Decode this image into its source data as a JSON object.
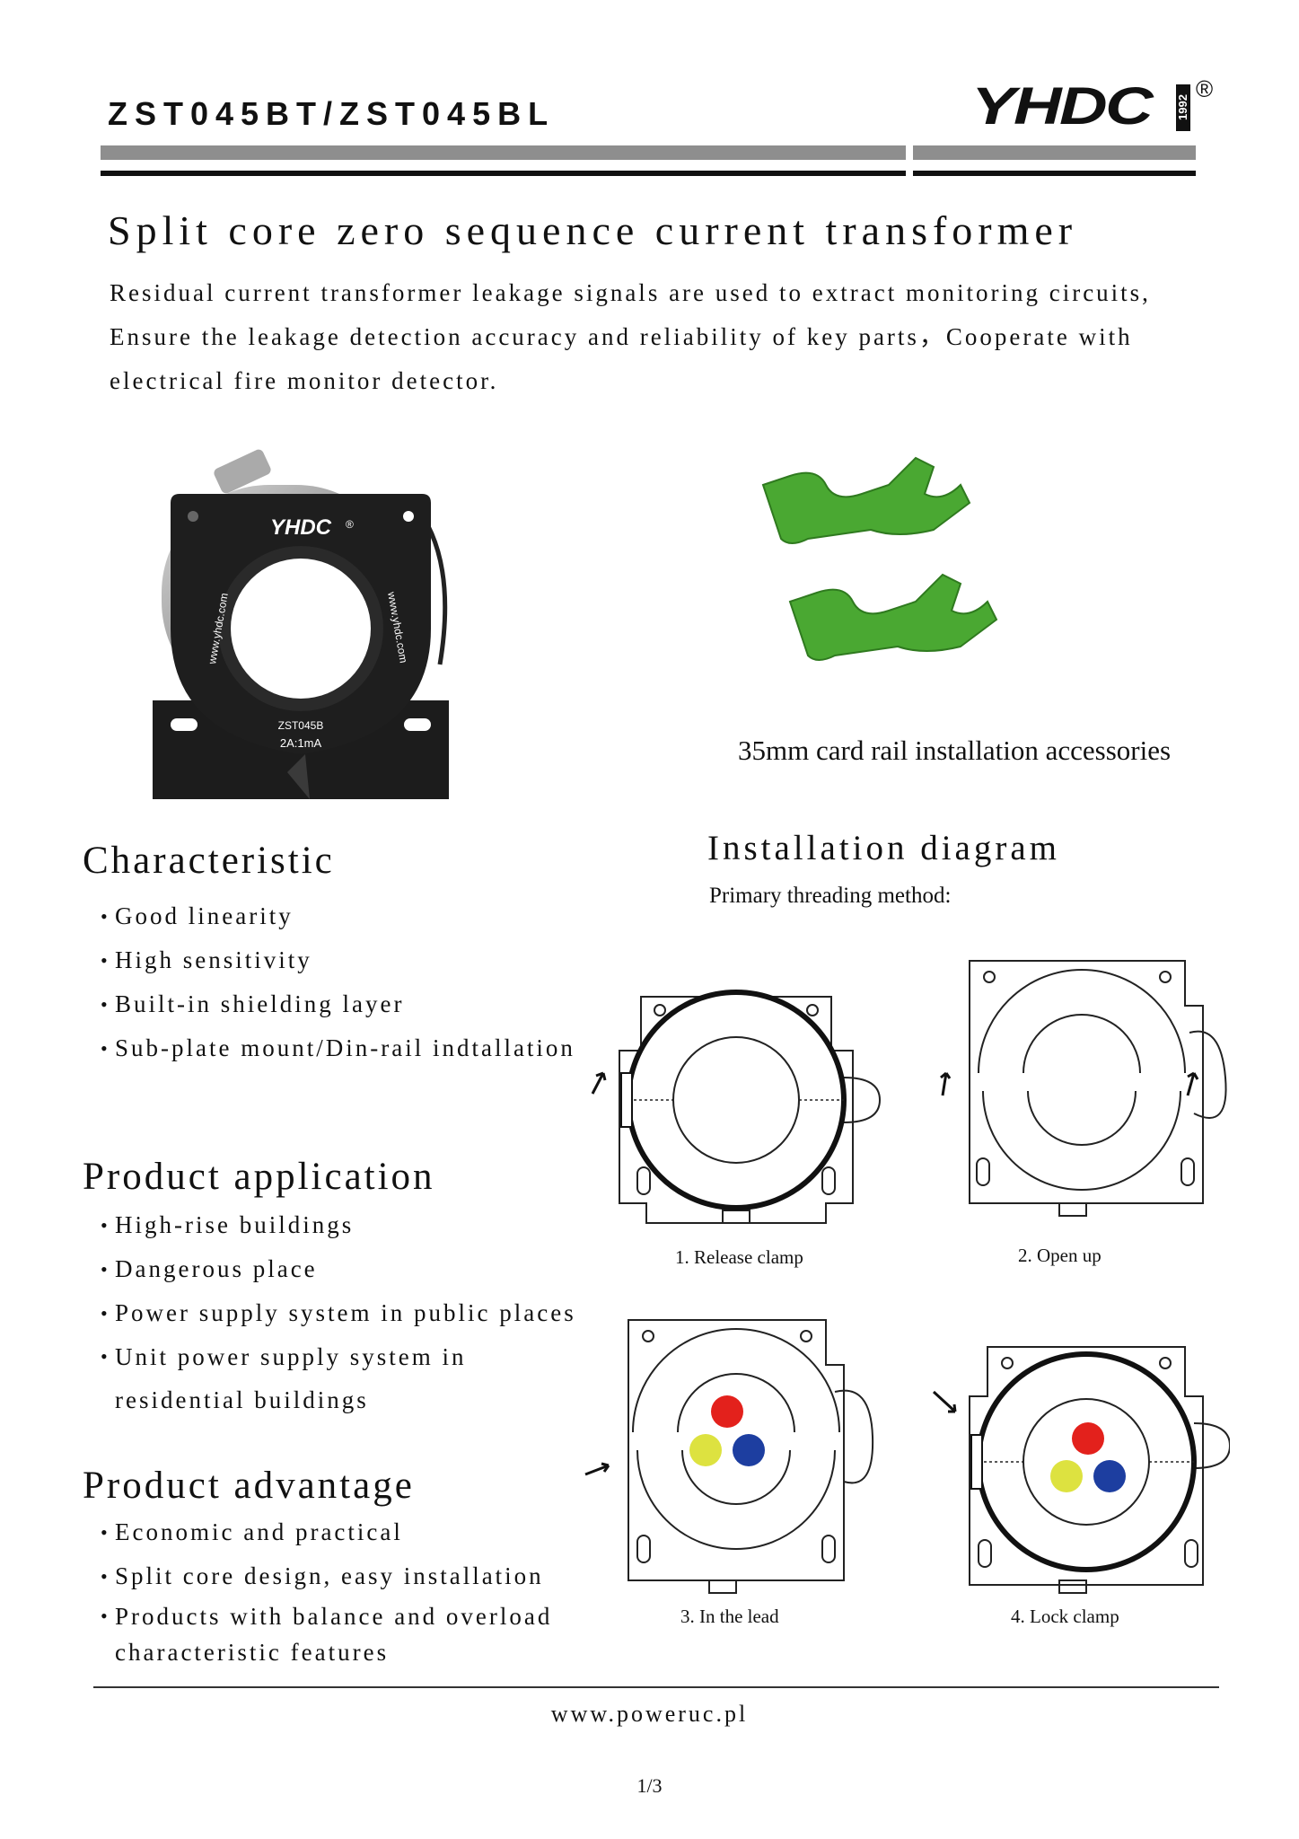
{
  "header": {
    "model": "ZST045BT/ZST045BL",
    "logo_text": "YHDC",
    "logo_year": "1992",
    "logo_reg": "®"
  },
  "title": "Split core zero sequence current transformer",
  "intro": "Residual current transformer leakage signals are used to extract monitoring circuits, Ensure the leakage detection accuracy and reliability of key parts，Cooperate with electrical fire monitor detector.",
  "product_photo": {
    "brand": "YHDC",
    "reg": "®",
    "web": "www.yhdc.com",
    "model": "ZST045B",
    "ratio": "2A:1mA"
  },
  "accessory_caption": "35mm card rail installation accessories",
  "characteristic": {
    "heading": "Characteristic",
    "items": [
      "Good linearity",
      "High sensitivity",
      "Built-in shielding layer",
      "Sub-plate mount/Din-rail indtallation"
    ]
  },
  "application": {
    "heading": "Product application",
    "items": [
      "High-rise buildings",
      "Dangerous place",
      "Power supply system in public places",
      "Unit power supply system in residential buildings"
    ]
  },
  "advantage": {
    "heading": "Product advantage",
    "items": [
      "Economic and practical",
      "Split core  design, easy installation",
      "Products with balance and overload characteristic features"
    ]
  },
  "installation": {
    "heading": "Installation diagram",
    "subheading": "Primary threading method:",
    "steps": [
      "1. Release clamp",
      "2. Open up",
      "3. In the lead",
      "4. Lock clamp"
    ]
  },
  "colors": {
    "bar_gray": "#8e8e8e",
    "rail_green": "#4aa832",
    "wire_red": "#e3211c",
    "wire_yellow": "#dde240",
    "wire_blue": "#1d3ea0"
  },
  "footer": {
    "website": "www.poweruc.pl",
    "page": "1/3"
  }
}
